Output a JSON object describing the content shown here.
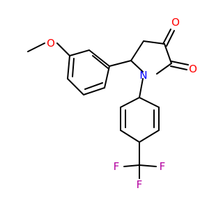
{
  "molecule": {
    "atoms": {
      "methoxy_o": "O",
      "carbonyl_o_upper": "O",
      "carbonyl_o_lower": "O",
      "ring_n": "N",
      "fluorine_left": "F",
      "fluorine_right": "F",
      "fluorine_bottom": "F"
    },
    "colors": {
      "oxygen": "#ff0000",
      "nitrogen": "#0000ff",
      "fluorine": "#b3009f",
      "bond": "#000000"
    }
  }
}
